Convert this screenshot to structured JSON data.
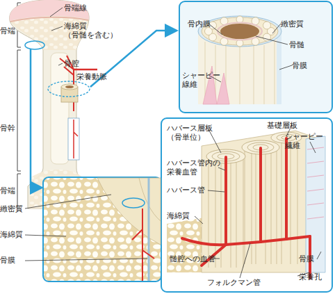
{
  "diagram": {
    "labels": [
      "骨端線",
      "骨端",
      "海綿質 （骨髄を含む）",
      "骨腔",
      "骨幹",
      "栄養動脈",
      "骨端",
      "骨内膜",
      "緻密質",
      "骨髄",
      "シャーピー 線維",
      "骨膜",
      "ハバース層板 （骨単位）",
      "基礎層板",
      "シャーピー 繊維",
      "ハバース管内の 栄養血管",
      "ハバース管",
      "海綿質",
      "髄腔への血管",
      "フォルクマン管",
      "骨膜",
      "栄養孔",
      "緻密質",
      "海綿質",
      "骨膜"
    ]
  }
}
